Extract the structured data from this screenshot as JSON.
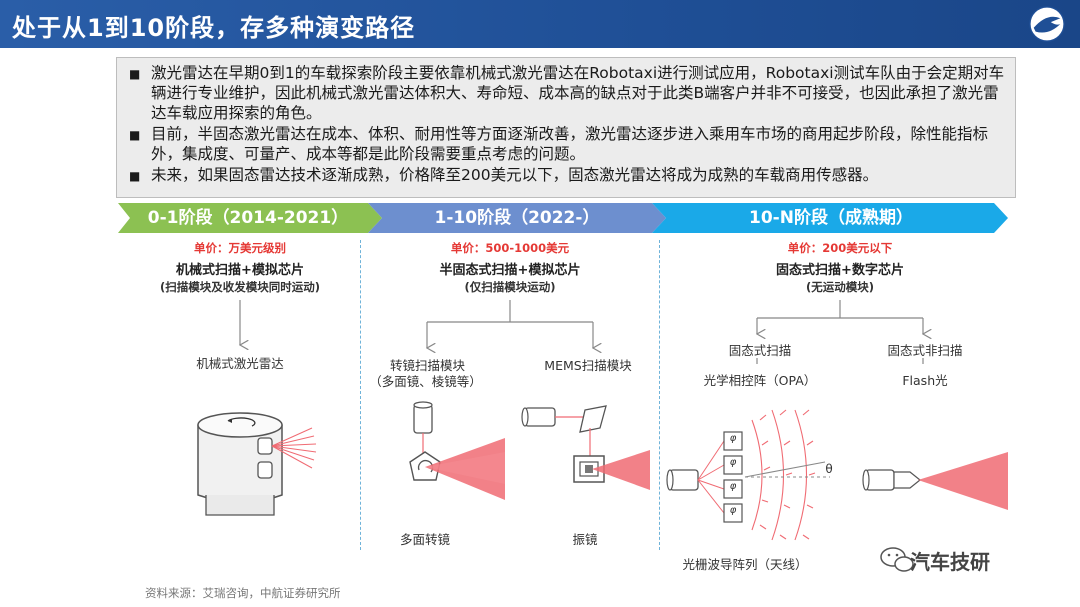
{
  "header": {
    "title": "处于从1到10阶段，存多种演变路径",
    "logo_icon": "avic-logo-icon"
  },
  "summary": {
    "bullets": [
      "激光雷达在早期0到1的车载探索阶段主要依靠机械式激光雷达在Robotaxi进行测试应用，Robotaxi测试车队由于会定期对车辆进行专业维护，因此机械式激光雷达体积大、寿命短、成本高的缺点对于此类B端客户并非不可接受，也因此承担了激光雷达车载应用探索的角色。",
      "目前，半固态激光雷达在成本、体积、耐用性等方面逐渐改善，激光雷达逐步进入乘用车市场的商用起步阶段，除性能指标外，集成度、可量产、成本等都是此阶段需要重点考虑的问题。",
      "未来，如果固态雷达技术逐渐成熟，价格降至200美元以下，固态激光雷达将成为成熟的车载商用传感器。"
    ]
  },
  "stages": [
    {
      "label": "0-1阶段（2014-2021）",
      "price": "单价：万美元级别",
      "tech": "机械式扫描+模拟芯片",
      "note": "(扫描模块及收发模块同时运动)",
      "result": "机械式激光雷达"
    },
    {
      "label": "1-10阶段（2022-）",
      "price": "单价：500-1000美元",
      "tech": "半固态式扫描+模拟芯片",
      "note": "(仅扫描模块运动)",
      "branch_left": "转镜扫描模块",
      "branch_left_note": "（多面镜、棱镜等）",
      "branch_right": "MEMS扫描模块",
      "caption_left": "多面转镜",
      "caption_right": "振镜"
    },
    {
      "label": "10-N阶段（成熟期）",
      "price": "单价：200美元以下",
      "tech": "固态式扫描+数字芯片",
      "note": "(无运动模块)",
      "branch_left": "固态式扫描",
      "branch_left_note": "光学相控阵（OPA）",
      "branch_right": "固态式非扫描",
      "branch_right_note": "Flash光",
      "caption_left": "光栅波导阵列（天线）",
      "phi": "φ",
      "theta": "θ"
    }
  ],
  "footer": {
    "source": "资料来源：艾瑞咨询，中航证券研究所",
    "watermark": "汽车技研"
  },
  "colors": {
    "header": "#1f4f96",
    "stage1": "#8cc152",
    "stage2": "#6d8fcf",
    "stage3": "#1aa9e8",
    "beam": "#f06b73",
    "price": "#e53935"
  }
}
